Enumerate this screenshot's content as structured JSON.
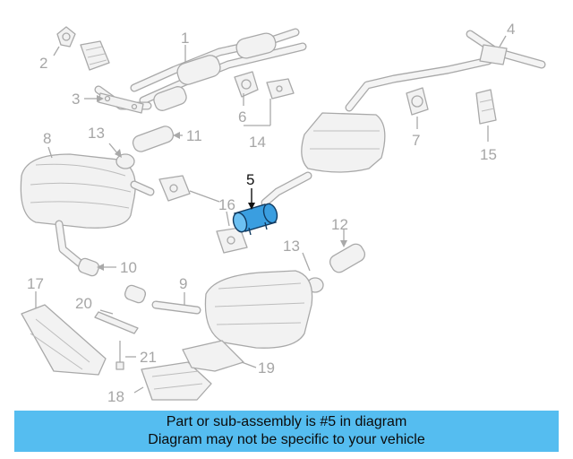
{
  "diagram": {
    "callouts": [
      "1",
      "2",
      "3",
      "4",
      "5",
      "6",
      "7",
      "8",
      "9",
      "10",
      "11",
      "12",
      "13",
      "13",
      "14",
      "15",
      "16",
      "17",
      "18",
      "19",
      "20",
      "21"
    ],
    "highlighted_part": "5",
    "highlight_color": "#3a9ee0",
    "line_color": "#a9a9a9"
  },
  "caption": {
    "background": "#55bdf0",
    "line1": "Part or sub-assembly is #5 in diagram",
    "line2": "Diagram may not be specific to your vehicle"
  }
}
